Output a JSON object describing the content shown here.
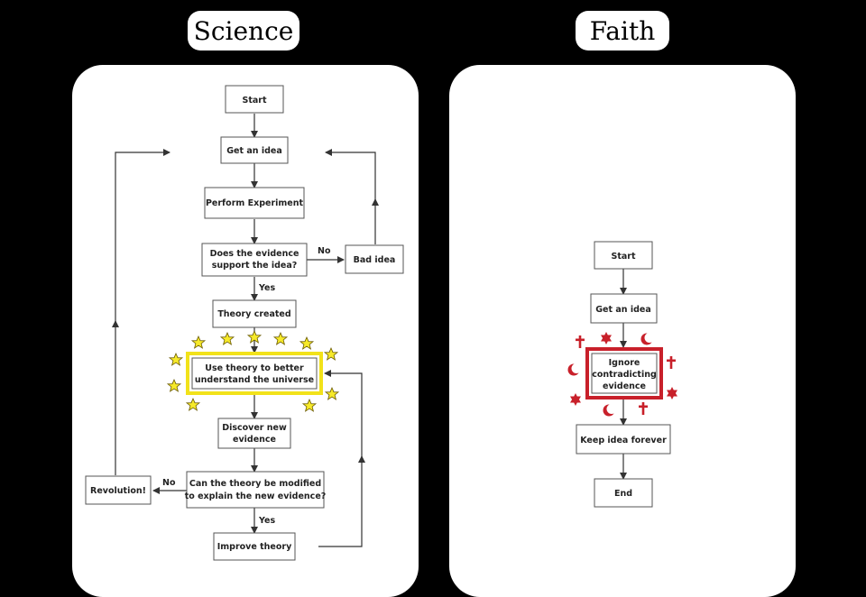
{
  "science": {
    "title": "Science",
    "nodes": {
      "start": "Start",
      "idea": "Get an idea",
      "experiment": "Perform Experiment",
      "evidence_q": [
        "Does the evidence",
        "support the idea?"
      ],
      "bad_idea": "Bad idea",
      "theory_created": "Theory created",
      "use_theory": [
        "Use theory to better",
        "understand the universe"
      ],
      "discover": [
        "Discover new",
        "evidence"
      ],
      "modify_q": [
        "Can the theory be modified",
        "to explain the new evidence?"
      ],
      "revolution": "Revolution!",
      "improve": "Improve theory"
    },
    "edge_labels": {
      "no_1": "No",
      "yes_1": "Yes",
      "no_2": "No",
      "yes_2": "Yes"
    },
    "highlight_color": "#f2e21a",
    "star_color": "#f7ea2a"
  },
  "faith": {
    "title": "Faith",
    "nodes": {
      "start": "Start",
      "idea": "Get an idea",
      "ignore": [
        "Ignore",
        "contradicting",
        "evidence"
      ],
      "keep": "Keep idea forever",
      "end": "End"
    },
    "highlight_color": "#c8202a",
    "symbol_icons": [
      "cross-icon",
      "star-of-david-icon",
      "crescent-icon"
    ]
  }
}
